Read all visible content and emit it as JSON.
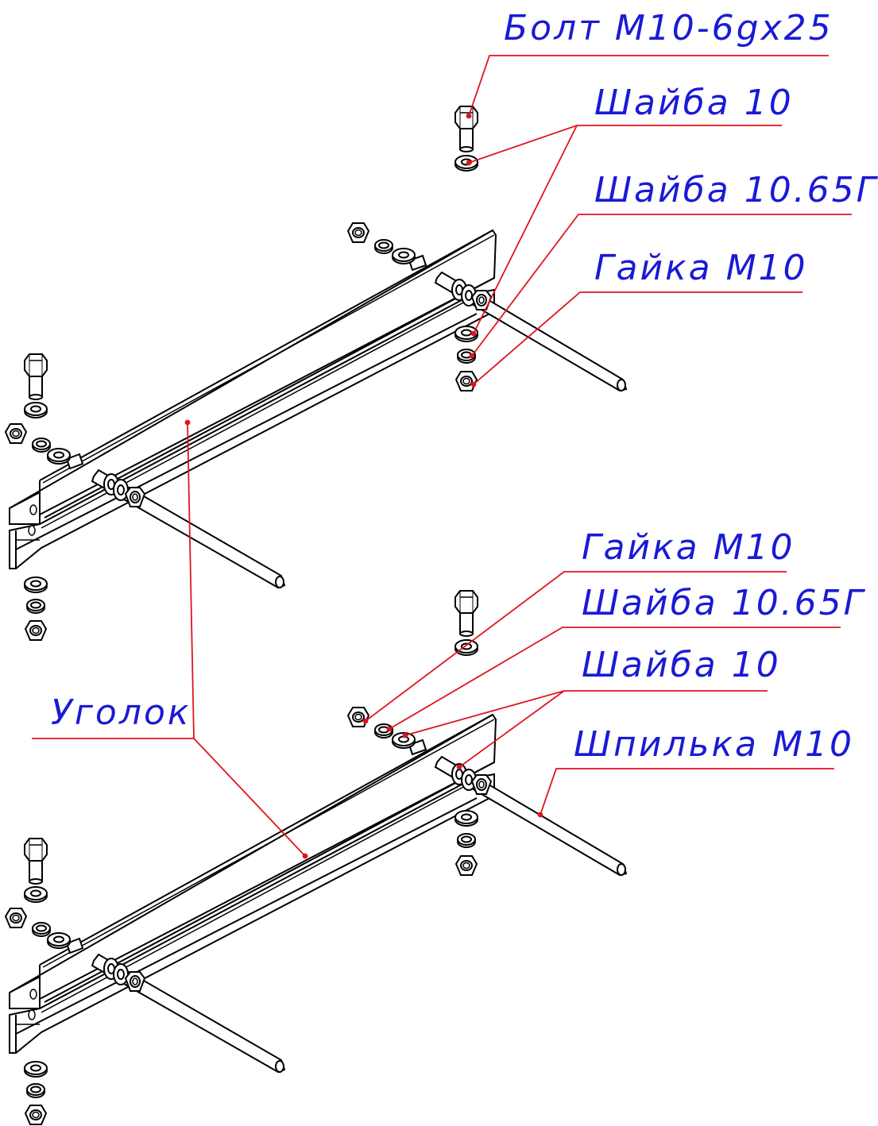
{
  "colors": {
    "line": "#000000",
    "leader": "#e0141e",
    "label_text": "#1a1ad6",
    "background": "#ffffff"
  },
  "labels": {
    "bolt_top": "Болт М10-6gх25",
    "washer_top": "Шайба 10",
    "spring_washer_top": "Шайба 10.65Г",
    "nut_top": "Гайка М10",
    "nut_bottom": "Гайка М10",
    "spring_washer_bottom": "Шайба 10.65Г",
    "washer_bottom": "Шайба 10",
    "stud": "Шпилька М10",
    "angle": "Уголок"
  }
}
